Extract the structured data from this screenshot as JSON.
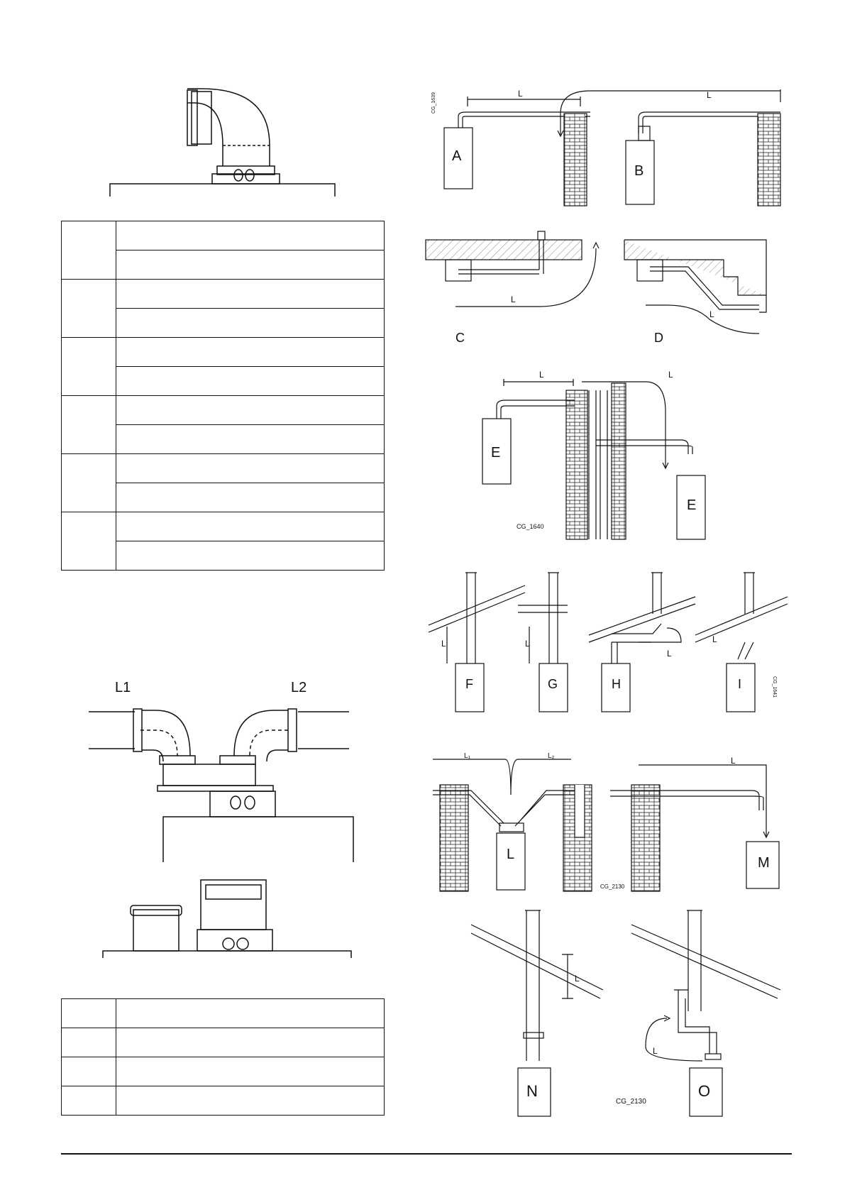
{
  "codes": {
    "cg1639": "CG_1639",
    "cg1640": "CG_1640",
    "cg1641": "CG_1641",
    "cg2130a": "CG_2130",
    "cg2130b": "CG_2130"
  },
  "labels": {
    "A": "A",
    "B": "B",
    "C": "C",
    "D": "D",
    "E1": "E",
    "E2": "E",
    "F": "F",
    "G": "G",
    "H": "H",
    "I": "I",
    "L": "L",
    "M": "M",
    "N": "N",
    "O": "O"
  },
  "dims": {
    "L": "L",
    "L1_small": "L₁",
    "L2_small": "L₂"
  },
  "split_labels": {
    "l1": "L1",
    "l2": "L2"
  },
  "colors": {
    "ink": "#111111",
    "hatch": "#888888",
    "paper": "#ffffff"
  }
}
